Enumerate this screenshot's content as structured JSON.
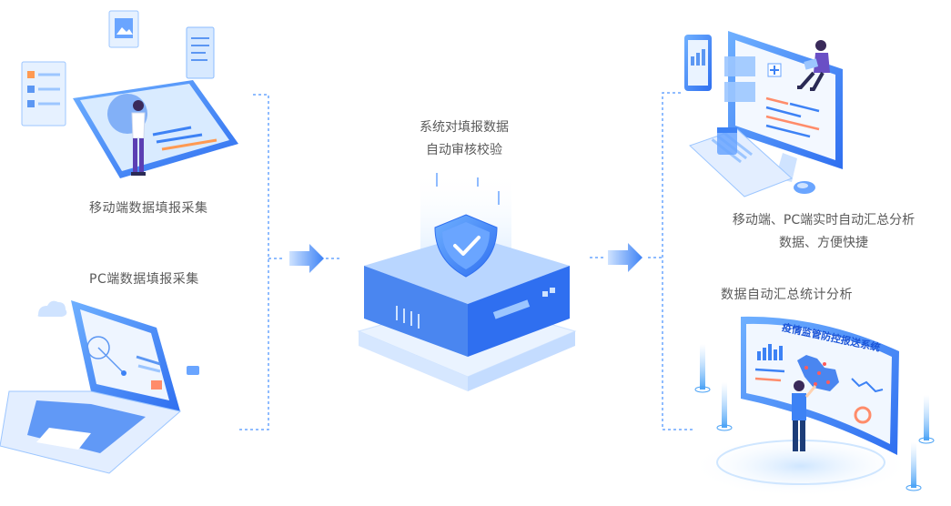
{
  "left": {
    "mobile_label": "移动端数据填报采集",
    "pc_label": "PC端数据填报采集"
  },
  "center": {
    "line1": "系统对填报数据",
    "line2": "自动审核校验"
  },
  "right": {
    "realtime_line1": "移动端、PC端实时自动汇总分析",
    "realtime_line2": "数据、方便快捷",
    "stats_label": "数据自动汇总统计分析",
    "screen_title": "疫情监管防控报送系统"
  },
  "colors": {
    "primary": "#2f6ff0",
    "light": "#cfe3ff",
    "dash": "#6aa5ff"
  }
}
